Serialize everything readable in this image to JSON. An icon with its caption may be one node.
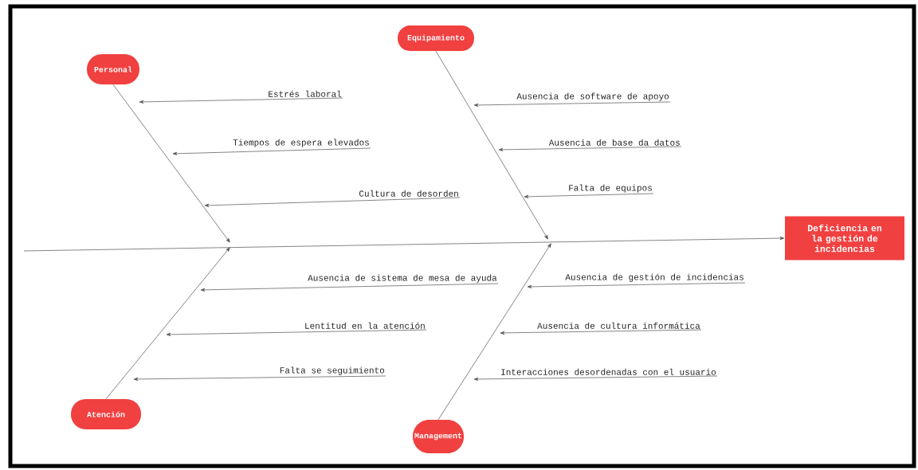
{
  "diagram": {
    "nodes": [
      {
        "text": [
          "Personal"
        ]
      },
      {
        "text": [
          "Equipamiento"
        ]
      },
      {
        "text": [
          "Atención"
        ]
      },
      {
        "text": [
          "Management"
        ]
      },
      {
        "text": [
          "Deficiencia en la gestión de incidencias"
        ]
      },
      {
        "text": [
          "Estrés laboral"
        ]
      },
      {
        "text": [
          "Tiempos de espera elevados"
        ]
      },
      {
        "text": [
          "Cultura de desorden"
        ]
      },
      {
        "text": [
          "Ausencia de software de apoyo"
        ]
      },
      {
        "text": [
          "Ausencia de base da datos"
        ]
      },
      {
        "text": [
          "Falta de equipos"
        ]
      },
      {
        "text": [
          "Ausencia de sistema de mesa de ayuda"
        ]
      },
      {
        "text": [
          "Lentitud en la atención"
        ]
      },
      {
        "text": [
          "Falta se seguimiento"
        ]
      },
      {
        "text": [
          "Ausencia de gestión de incidencias"
        ]
      },
      {
        "text": [
          "Ausencia de cultura informática"
        ]
      },
      {
        "text": [
          "Interacciones desordenadas con el usuario"
        ]
      }
    ],
    "edges": [
      {
        "from": null,
        "to": 4,
        "arrow": "to"
      },
      {
        "from": 0,
        "to": null,
        "arrow": "to"
      },
      {
        "from": 1,
        "to": null,
        "arrow": "to"
      },
      {
        "from": 2,
        "to": null,
        "arrow": "to"
      },
      {
        "from": 3,
        "to": null,
        "arrow": "to"
      },
      {
        "from": 5,
        "to": null,
        "arrow": "to"
      },
      {
        "from": 6,
        "to": null,
        "arrow": "to"
      },
      {
        "from": 7,
        "to": null,
        "arrow": "to"
      },
      {
        "from": 8,
        "to": null,
        "arrow": "to"
      },
      {
        "from": 9,
        "to": null,
        "arrow": "to"
      },
      {
        "from": 10,
        "to": null,
        "arrow": "to"
      },
      {
        "from": 11,
        "to": null,
        "arrow": "to"
      },
      {
        "from": 12,
        "to": null,
        "arrow": "to"
      },
      {
        "from": 13,
        "to": null,
        "arrow": "to"
      },
      {
        "from": 14,
        "to": null,
        "arrow": "to"
      },
      {
        "from": 15,
        "to": null,
        "arrow": "to"
      },
      {
        "from": 16,
        "to": null,
        "arrow": "to"
      }
    ]
  }
}
